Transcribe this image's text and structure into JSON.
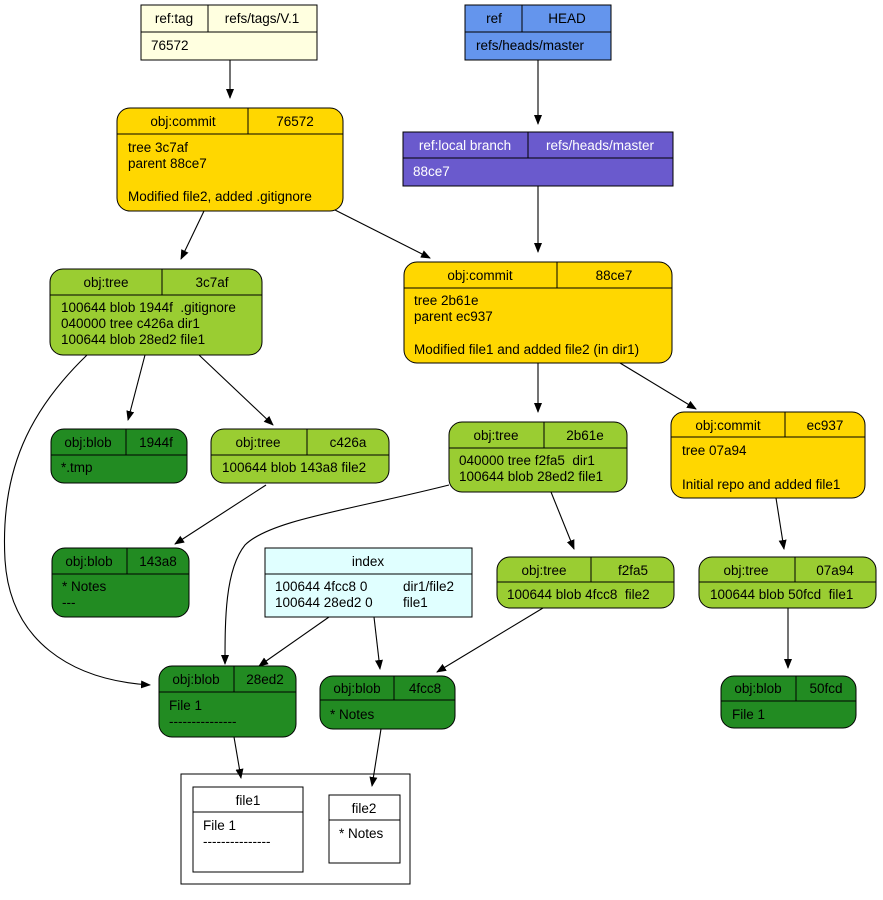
{
  "colors": {
    "tag": "#ffffe0",
    "ref_head": "#6495ed",
    "local_branch": "#6a5acd",
    "commit": "#ffd700",
    "tree": "#9acd32",
    "blob": "#228b22",
    "index": "#e0ffff",
    "workdir_file": "#ffffff"
  },
  "nodes": {
    "ref_tag": {
      "type": "ref:tag",
      "id": "refs/tags/V.1",
      "body": [
        "76572"
      ]
    },
    "ref_head": {
      "type": "ref",
      "id": "HEAD",
      "body": [
        "refs/heads/master"
      ]
    },
    "local_branch": {
      "type": "ref:local branch",
      "id": "refs/heads/master",
      "body": [
        "88ce7"
      ]
    },
    "commit_76572": {
      "type": "obj:commit",
      "id": "76572",
      "body": [
        "tree 3c7af",
        "parent 88ce7",
        "",
        "Modified file2, added .gitignore"
      ]
    },
    "commit_88ce7": {
      "type": "obj:commit",
      "id": "88ce7",
      "body": [
        "tree 2b61e",
        "parent ec937",
        "",
        "Modified file1 and added file2 (in dir1)"
      ]
    },
    "commit_ec937": {
      "type": "obj:commit",
      "id": "ec937",
      "body": [
        "tree 07a94",
        "",
        "Initial repo and added file1"
      ]
    },
    "tree_3c7af": {
      "type": "obj:tree",
      "id": "3c7af",
      "body": [
        "100644 blob 1944f  .gitignore",
        "040000 tree c426a dir1",
        "100644 blob 28ed2 file1"
      ]
    },
    "tree_2b61e": {
      "type": "obj:tree",
      "id": "2b61e",
      "body": [
        "040000 tree f2fa5  dir1",
        "100644 blob 28ed2 file1"
      ]
    },
    "tree_c426a": {
      "type": "obj:tree",
      "id": "c426a",
      "body": [
        "100644 blob 143a8 file2"
      ]
    },
    "tree_f2fa5": {
      "type": "obj:tree",
      "id": "f2fa5",
      "body": [
        "100644 blob 4fcc8  file2"
      ]
    },
    "tree_07a94": {
      "type": "obj:tree",
      "id": "07a94",
      "body": [
        "100644 blob 50fcd  file1"
      ]
    },
    "blob_1944f": {
      "type": "obj:blob",
      "id": "1944f",
      "body": [
        "*.tmp"
      ]
    },
    "blob_143a8": {
      "type": "obj:blob",
      "id": "143a8",
      "body": [
        "* Notes",
        "---"
      ]
    },
    "blob_28ed2": {
      "type": "obj:blob",
      "id": "28ed2",
      "body": [
        "File 1",
        "---------------"
      ]
    },
    "blob_4fcc8": {
      "type": "obj:blob",
      "id": "4fcc8",
      "body": [
        "* Notes"
      ]
    },
    "blob_50fcd": {
      "type": "obj:blob",
      "id": "50fcd",
      "body": [
        "File 1"
      ]
    },
    "index": {
      "title": "index",
      "entries": [
        {
          "entry": "100644 4fcc8 0",
          "path": "dir1/file2"
        },
        {
          "entry": "100644 28ed2 0",
          "path": "file1"
        }
      ]
    },
    "file1": {
      "title": "file1",
      "body": [
        "File 1",
        "---------------"
      ]
    },
    "file2": {
      "title": "file2",
      "body": [
        "* Notes"
      ]
    }
  }
}
